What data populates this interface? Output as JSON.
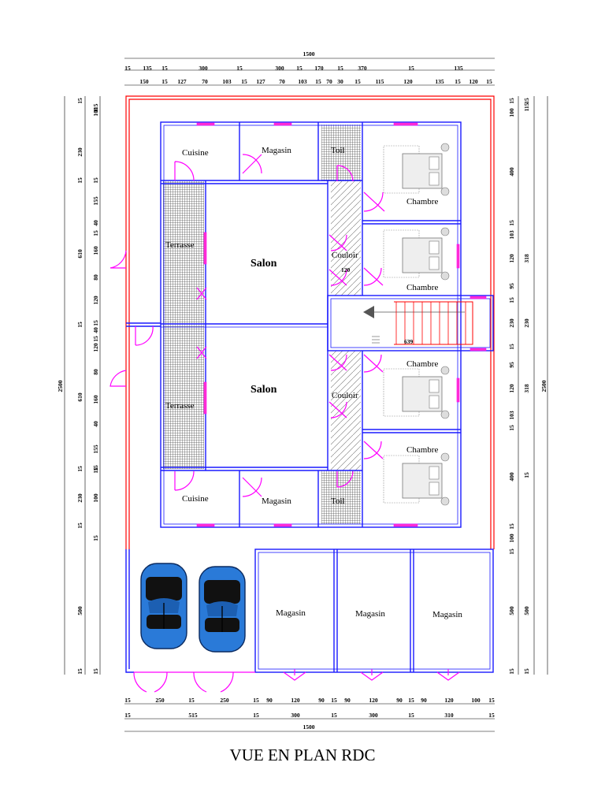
{
  "title": "VUE EN PLAN RDC",
  "rooms": {
    "cuisine_top": "Cuisine",
    "magasin_top": "Magasin",
    "toil_top": "Toil",
    "chambre1": "Chambre",
    "chambre2": "Chambre",
    "chambre3": "Chambre",
    "chambre4": "Chambre",
    "terrasse1": "Terrasse",
    "terrasse2": "Terrasse",
    "salon1": "Salon",
    "salon2": "Salon",
    "couloir1": "Couloir",
    "couloir2": "Couloir",
    "cuisine_bottom": "Cuisine",
    "magasin_bottom": "Magasin",
    "toil_bottom": "Toil",
    "shop1": "Magasin",
    "shop2": "Magasin",
    "shop3": "Magasin"
  },
  "annotations": {
    "couloir_width": "120",
    "stair_label": "639"
  },
  "dims": {
    "overall_width": "1500",
    "overall_height": "2500",
    "top_row1": [
      "15",
      "135",
      "15",
      "300",
      "15",
      "300",
      "15",
      "170",
      "15",
      "370",
      "15",
      "135"
    ],
    "top_row2": [
      "150",
      "15",
      "127",
      "70",
      "103",
      "15",
      "127",
      "70",
      "103",
      "15",
      "70",
      "30",
      "15",
      "115",
      "120",
      "135",
      "15",
      "120",
      "15"
    ],
    "bottom_row1": [
      "15",
      "250",
      "15",
      "250",
      "15",
      "90",
      "120",
      "90",
      "15",
      "90",
      "120",
      "90",
      "15",
      "90",
      "120",
      "100",
      "15"
    ],
    "bottom_row2": [
      "15",
      "515",
      "15",
      "300",
      "15",
      "300",
      "15",
      "310",
      "15"
    ],
    "left_outer": [
      "15",
      "230",
      "15",
      "610",
      "15",
      "610",
      "15",
      "230",
      "15",
      "500",
      "15"
    ],
    "left_inner": [
      "115",
      "100",
      "15",
      "155",
      "40",
      "15",
      "160",
      "80",
      "120",
      "15",
      "40",
      "15",
      "120",
      "80",
      "160",
      "40",
      "15",
      "155",
      "15",
      "100",
      "15",
      "15"
    ],
    "right_inner": [
      "15",
      "100",
      "400",
      "15",
      "103",
      "120",
      "95",
      "15",
      "230",
      "15",
      "95",
      "120",
      "103",
      "15",
      "400",
      "15",
      "100",
      "15",
      "500",
      "15"
    ],
    "right_outer": [
      "115",
      "15",
      "318",
      "230",
      "318",
      "15",
      "500",
      "15"
    ]
  }
}
